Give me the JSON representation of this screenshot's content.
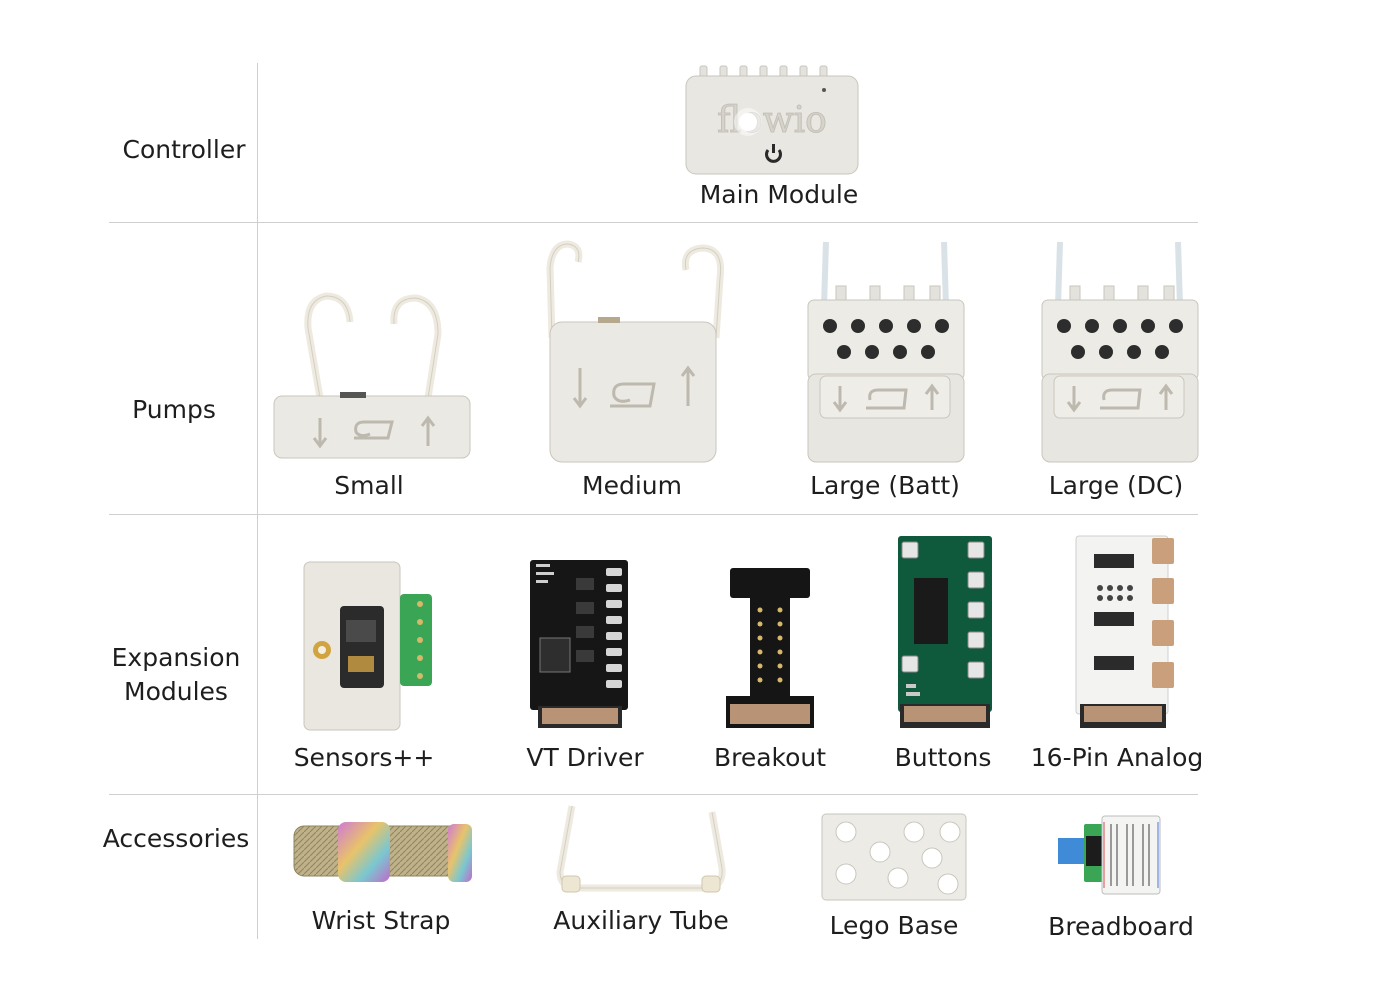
{
  "rows": {
    "controller": "Controller",
    "pumps": "Pumps",
    "expansion": [
      "Expansion",
      "Modules"
    ],
    "accessories": "Accessories"
  },
  "controller": {
    "main_module": "Main Module",
    "logo_text": "flowio"
  },
  "pumps": [
    "Small",
    "Medium",
    "Large (Batt)",
    "Large (DC)"
  ],
  "expansion": [
    "Sensors++",
    "VT Driver",
    "Breakout",
    "Buttons",
    "16-Pin Analog"
  ],
  "accessories": [
    "Wrist Strap",
    "Auxiliary Tube",
    "Lego Base",
    "Breadboard"
  ]
}
